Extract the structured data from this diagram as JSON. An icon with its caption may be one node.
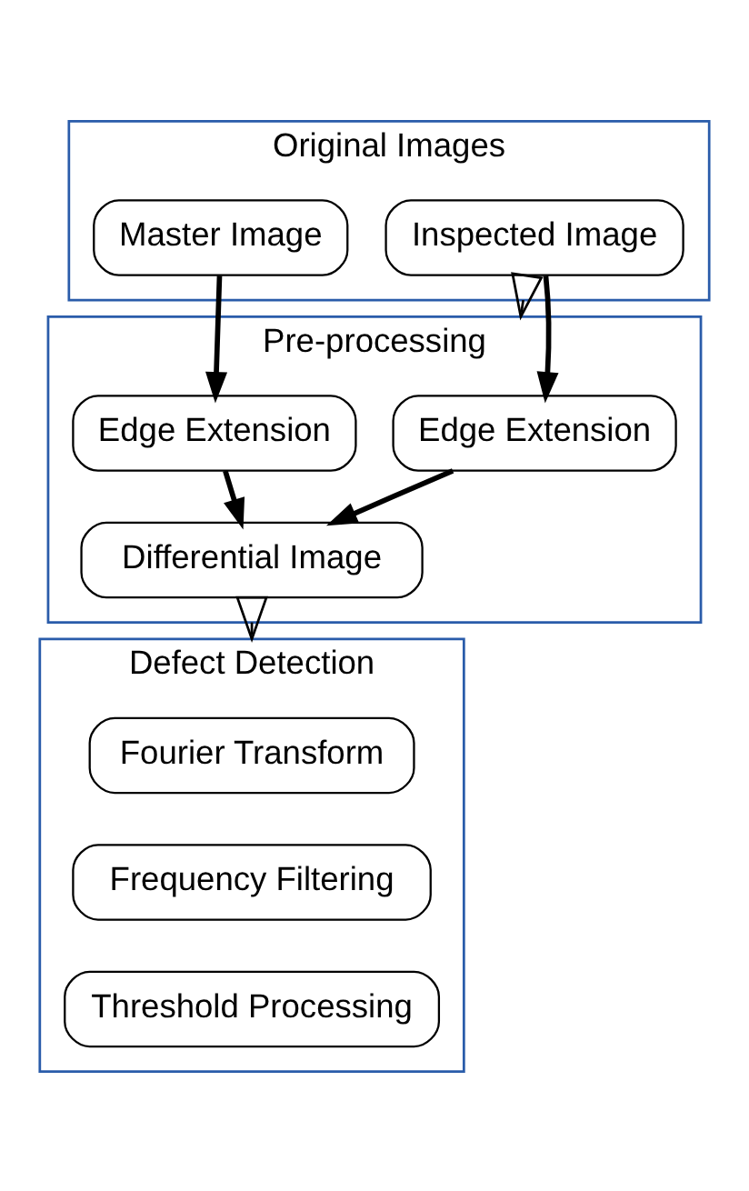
{
  "diagram": {
    "nodes": [
      {
        "text": [
          "Original Images"
        ]
      },
      {
        "text": [
          "Inspected Image"
        ],
        "in": 0
      },
      {
        "text": [
          "Master Image"
        ],
        "in": 0
      },
      {
        "text": [
          "Pre-processing"
        ]
      },
      {
        "text": [
          "Edge Extension"
        ],
        "in": 3
      },
      {
        "text": [
          "Edge Extension"
        ],
        "in": 3
      },
      {
        "text": [
          "Differential Image"
        ],
        "in": 3
      },
      {
        "text": [
          "Defect Detection"
        ]
      },
      {
        "text": [
          "Fourier Transform"
        ],
        "in": 7
      },
      {
        "text": [
          "Frequency Filtering"
        ],
        "in": 7
      },
      {
        "text": [
          "Threshold Processing"
        ],
        "in": 7
      }
    ],
    "edges": [
      {
        "from": 0,
        "to": 3,
        "arrow": "to"
      },
      {
        "from": 1,
        "to": 4,
        "arrow": "to"
      },
      {
        "from": 2,
        "to": 5,
        "arrow": "to"
      },
      {
        "from": 4,
        "to": 6,
        "arrow": "to"
      },
      {
        "from": 5,
        "to": 6,
        "arrow": "to"
      },
      {
        "from": 3,
        "to": 7,
        "arrow": "to"
      }
    ]
  }
}
